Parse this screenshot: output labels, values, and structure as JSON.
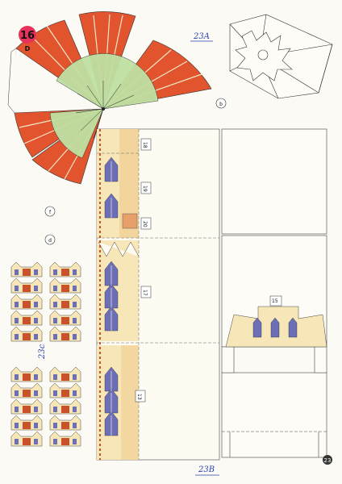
{
  "sheet": {
    "number": "16",
    "letter": "D",
    "page_number": "23"
  },
  "labels": {
    "handwritten_top": "23A",
    "handwritten_bottom": "23B",
    "handwritten_side": "23c",
    "circle_b": "b",
    "circle_f": "f",
    "circle_d": "d",
    "part_18": "18",
    "part_19": "19",
    "part_20": "20",
    "part_17": "17",
    "part_13": "13",
    "part_15": "15"
  },
  "colors": {
    "badge": "#e8315a",
    "roof_red": "#e2542e",
    "roof_green": "#bfe0a2",
    "wall_cream": "#f6e6b8",
    "wall_shadow": "#f0c98a",
    "window_blue": "#6c6fb5",
    "brick": "#c9522b",
    "line": "#444444",
    "handwriting": "#2a3fb0"
  }
}
